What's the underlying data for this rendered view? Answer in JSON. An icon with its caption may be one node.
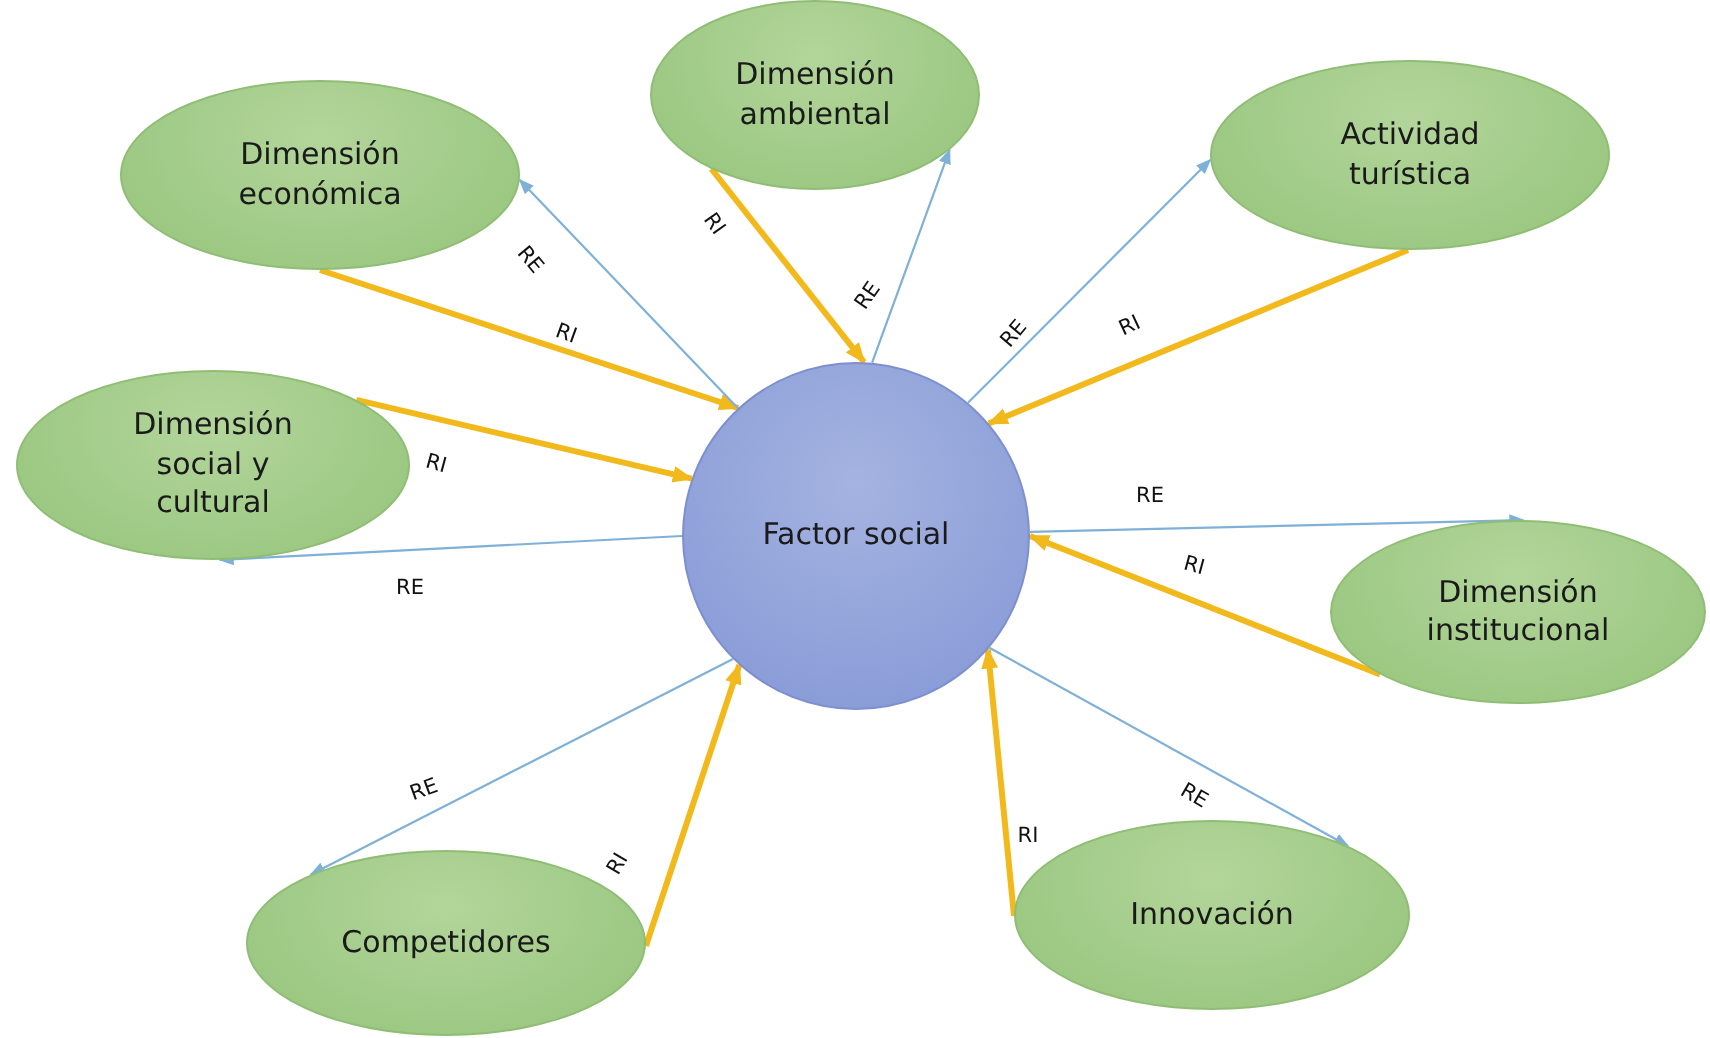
{
  "diagram": {
    "nodes": [
      {
        "text": [
          "Dimensión ambiental"
        ]
      },
      {
        "text": [
          "Dimensión económica"
        ]
      },
      {
        "text": [
          "Actividad turística"
        ]
      },
      {
        "text": [
          "Dimensión social y cultural"
        ]
      },
      {
        "text": [
          "Factor social"
        ]
      },
      {
        "text": [
          "Dimensión institucional"
        ]
      },
      {
        "text": [
          "Competidores"
        ]
      },
      {
        "text": [
          "Innovación"
        ]
      }
    ],
    "edges": [
      {
        "from": 0,
        "to": 4,
        "arrow": "to",
        "label": "RI",
        "style": "thick",
        "color": "#f2b91c"
      },
      {
        "from": 4,
        "to": 0,
        "arrow": "to",
        "label": "RE",
        "color": "#7fb0d8"
      },
      {
        "from": 1,
        "to": 4,
        "arrow": "to",
        "label": "RI",
        "style": "thick",
        "color": "#f2b91c"
      },
      {
        "from": 4,
        "to": 1,
        "arrow": "to",
        "label": "RE",
        "color": "#7fb0d8"
      },
      {
        "from": 4,
        "to": 2,
        "arrow": "to",
        "label": "RE",
        "color": "#7fb0d8"
      },
      {
        "from": 2,
        "to": 4,
        "arrow": "to",
        "label": "RI",
        "style": "thick",
        "color": "#f2b91c"
      },
      {
        "from": 3,
        "to": 4,
        "arrow": "to",
        "label": "RI",
        "style": "thick",
        "color": "#f2b91c"
      },
      {
        "from": 4,
        "to": 3,
        "arrow": "to",
        "label": "RE",
        "color": "#7fb0d8"
      },
      {
        "from": 4,
        "to": 5,
        "arrow": "to",
        "label": "RE",
        "color": "#7fb0d8"
      },
      {
        "from": 5,
        "to": 4,
        "arrow": "to",
        "label": "RI",
        "style": "thick",
        "color": "#f2b91c"
      },
      {
        "from": 4,
        "to": 6,
        "arrow": "to",
        "label": "RE",
        "color": "#7fb0d8"
      },
      {
        "from": 6,
        "to": 4,
        "arrow": "to",
        "label": "RI",
        "style": "thick",
        "color": "#f2b91c"
      },
      {
        "from": 7,
        "to": 4,
        "arrow": "to",
        "label": "RI",
        "style": "thick",
        "color": "#f2b91c"
      },
      {
        "from": 4,
        "to": 7,
        "arrow": "to",
        "label": "RE",
        "color": "#7fb0d8"
      }
    ]
  }
}
